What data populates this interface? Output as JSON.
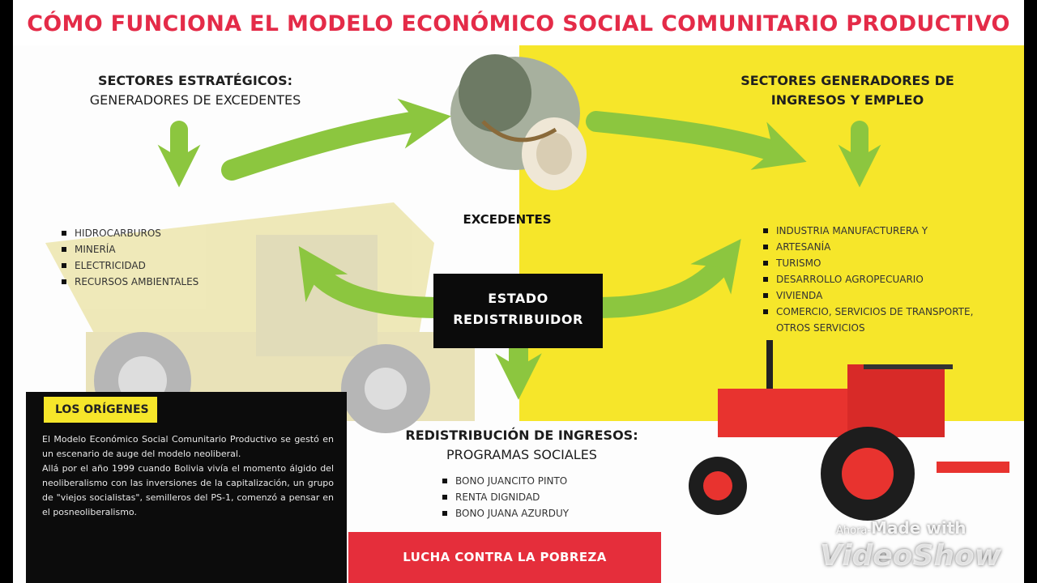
{
  "title": "CÓMO FUNCIONA EL MODELO ECONÓMICO SOCIAL COMUNITARIO PRODUCTIVO",
  "left": {
    "heading_bold": "SECTORES ESTRATÉGICOS:",
    "heading_sub": "GENERADORES DE EXCEDENTES",
    "items": [
      "HIDROCARBUROS",
      "MINERÍA",
      "ELECTRICIDAD",
      "RECURSOS AMBIENTALES"
    ]
  },
  "right": {
    "heading_line1": "SECTORES GENERADORES DE",
    "heading_line2": "INGRESOS Y EMPLEO",
    "items": [
      "INDUSTRIA MANUFACTURERA Y",
      "ARTESANÍA",
      "TURISMO",
      "DESARROLLO AGROPECUARIO",
      "VIVIENDA",
      "COMERCIO, SERVICIOS DE TRANSPORTE, OTROS SERVICIOS"
    ]
  },
  "center": {
    "excedentes": "EXCEDENTES",
    "estado_line1": "ESTADO",
    "estado_line2": "REDISTRIBUIDOR"
  },
  "redistribucion": {
    "heading_bold": "REDISTRIBUCIÓN DE INGRESOS:",
    "heading_sub": "PROGRAMAS SOCIALES",
    "items": [
      "BONO JUANCITO PINTO",
      "RENTA DIGNIDAD",
      "BONO JUANA AZURDUY"
    ]
  },
  "origins": {
    "label": "LOS ORÍGENES",
    "paragraph1": "El Modelo Económico Social Comunitario Productivo se gestó en un escenario de auge del modelo neoliberal.",
    "paragraph2": "Allá por el año 1999 cuando Bolivia vivía el momento álgido del neoliberalismo con las inversiones de la capitalización, un grupo de \"viejos socialistas\", semilleros del PS-1, comenzó a pensar en el posneoliberalismo."
  },
  "bottom_bar": "LUCHA CONTRA LA POBREZA",
  "watermark": {
    "top_small": "Ahora-",
    "top": "Made with",
    "brand": "VideoShow"
  },
  "colors": {
    "title": "#e42b48",
    "accent_yellow": "#f6e62a",
    "arrow_green": "#8cc63f",
    "bottom_bar": "#e52e3b"
  }
}
